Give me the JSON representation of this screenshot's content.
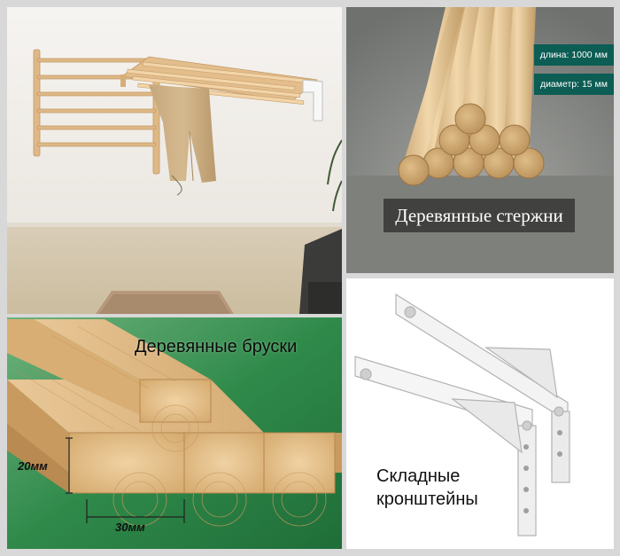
{
  "panels": {
    "rods": {
      "caption": "Деревянные стержни",
      "length_label": "длина: 1000 мм",
      "diameter_label": "диаметр: 15 мм"
    },
    "beams": {
      "caption": "Деревянные бруски",
      "height_label": "20мм",
      "width_label": "30мм"
    },
    "brackets": {
      "caption": "Складные кронштейны"
    }
  },
  "colors": {
    "wood": "#d8b27c",
    "wood_dark": "#b8874b",
    "badge": "#0c5d54",
    "green_bg": "#2f8a4a",
    "bracket": "#f4f4f4"
  }
}
